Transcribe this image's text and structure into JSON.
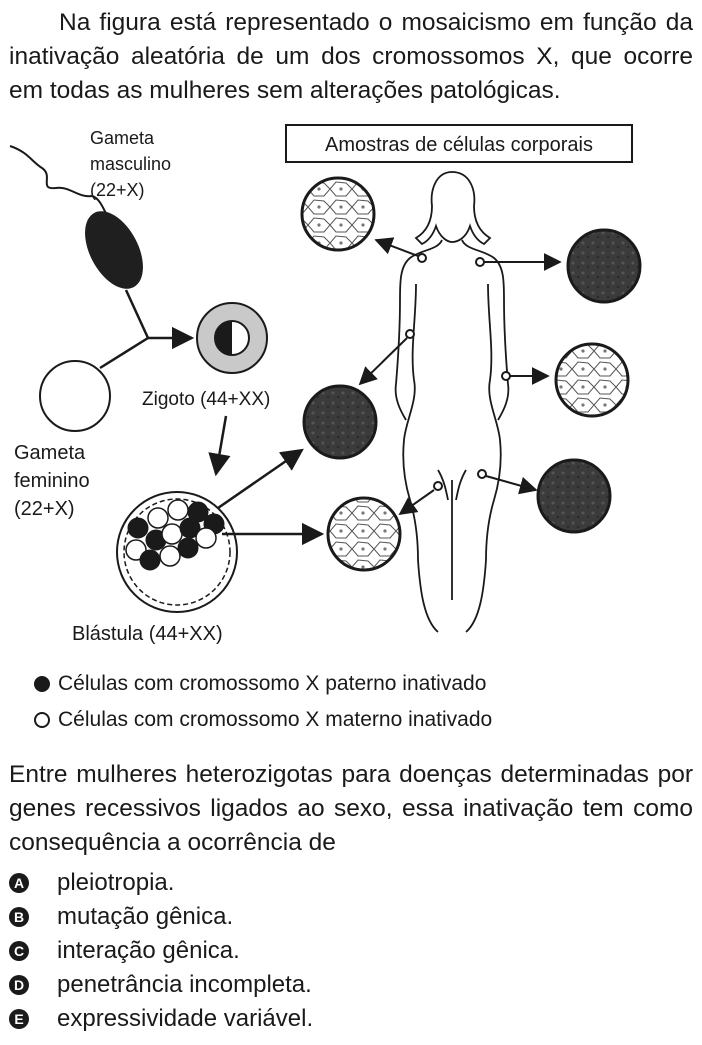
{
  "intro_text": "Na figura está representado o mosaicismo em função da inativação aleatória de um dos cromossomos X, que ocorre em todas as mulheres sem alterações patológicas.",
  "figure": {
    "male_gamete": [
      "Gameta",
      "masculino",
      "(22+X)"
    ],
    "female_gamete": [
      "Gameta",
      "feminino",
      "(22+X)"
    ],
    "zygote": "Zigoto (44+XX)",
    "blastula": "Blástula (44+XX)",
    "samples_title": "Amostras de células corporais"
  },
  "legend": {
    "paternal": "Células com cromossomo X paterno inativado",
    "maternal": "Células com cromossomo X materno inativado"
  },
  "question_text": "Entre mulheres heterozigotas para doenças determinadas por genes recessivos ligados ao sexo, essa inativação tem como consequência a ocorrência de",
  "options": [
    {
      "letter": "A",
      "text": "pleiotropia."
    },
    {
      "letter": "B",
      "text": "mutação gênica."
    },
    {
      "letter": "C",
      "text": "interação gênica."
    },
    {
      "letter": "D",
      "text": "penetrância incompleta."
    },
    {
      "letter": "E",
      "text": "expressividade variável."
    }
  ]
}
